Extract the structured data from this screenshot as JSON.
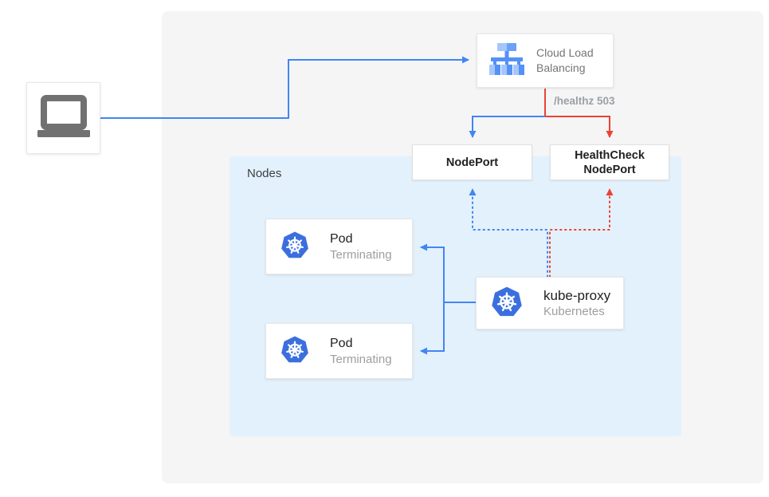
{
  "colors": {
    "traffic_blue": "#4285f4",
    "failure_red": "#ea4335",
    "panel_background": "#f5f5f6",
    "nodes_background": "#e3f1fc",
    "kubernetes_blue": "#3b6fde",
    "icon_gray": "#717171",
    "muted_text": "#9e9e9e"
  },
  "client": {
    "icon": "laptop-icon"
  },
  "cloud_load_balancing": {
    "label": "Cloud Load Balancing",
    "icon": "load-balancer-icon"
  },
  "edge_label": "/healthz 503",
  "node_port": {
    "label": "NodePort"
  },
  "health_check_node_port": {
    "label": "HealthCheck NodePort"
  },
  "nodes": {
    "label": "Nodes",
    "pods": [
      {
        "title": "Pod",
        "status": "Terminating",
        "icon": "kubernetes-icon"
      },
      {
        "title": "Pod",
        "status": "Terminating",
        "icon": "kubernetes-icon"
      }
    ],
    "kube_proxy": {
      "title": "kube-proxy",
      "subtitle": "Kubernetes",
      "icon": "kubernetes-icon"
    }
  }
}
